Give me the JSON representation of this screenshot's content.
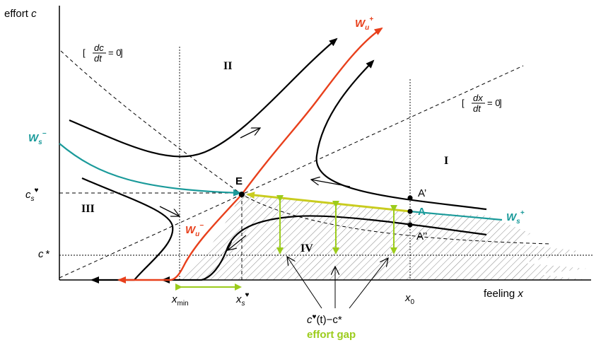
{
  "axes": {
    "y_label": "effort",
    "y_symbol": "c",
    "x_label": "feeling",
    "x_symbol": "x"
  },
  "regions": {
    "I": "I",
    "II": "II",
    "III": "III",
    "IV": "IV"
  },
  "nullclines": {
    "dc": {
      "num": "dc",
      "den": "dt",
      "rhs": "= 0"
    },
    "dx": {
      "num": "dx",
      "den": "dt",
      "rhs": "= 0"
    }
  },
  "manifolds": {
    "ws_minus": {
      "base": "W",
      "sub": "s",
      "sup": "−"
    },
    "ws_plus": {
      "base": "W",
      "sub": "s",
      "sup": "+"
    },
    "wu_plus": {
      "base": "W",
      "sub": "u",
      "sup": "+"
    },
    "wu_minus": {
      "base": "W",
      "sub": "u",
      "sup": "−"
    }
  },
  "points": {
    "E": "E",
    "A": "A",
    "A_prime": "A’",
    "A_dprime": "A’’"
  },
  "levels": {
    "cs_heart": {
      "base": "c",
      "sub": "s",
      "sup": "♥"
    },
    "c_star": {
      "base": "c",
      "sup": "*"
    }
  },
  "x_ticks": {
    "xmin": {
      "base": "x",
      "sub": "min"
    },
    "xs_heart": {
      "base": "x",
      "sub": "s",
      "sup": "♥"
    },
    "x0": {
      "base": "x",
      "sub": "0"
    }
  },
  "annotation": {
    "formula_c": "c",
    "formula_heart": "♥",
    "formula_rest": "(t)−c*",
    "effort_gap": "effort gap"
  },
  "colors": {
    "teal": "#1a9a9a",
    "red": "#e8401c",
    "lime": "#9ccc1c",
    "yellow_lime": "#c9cc1f",
    "black": "#000000",
    "hatch": "#8a8a8a"
  }
}
